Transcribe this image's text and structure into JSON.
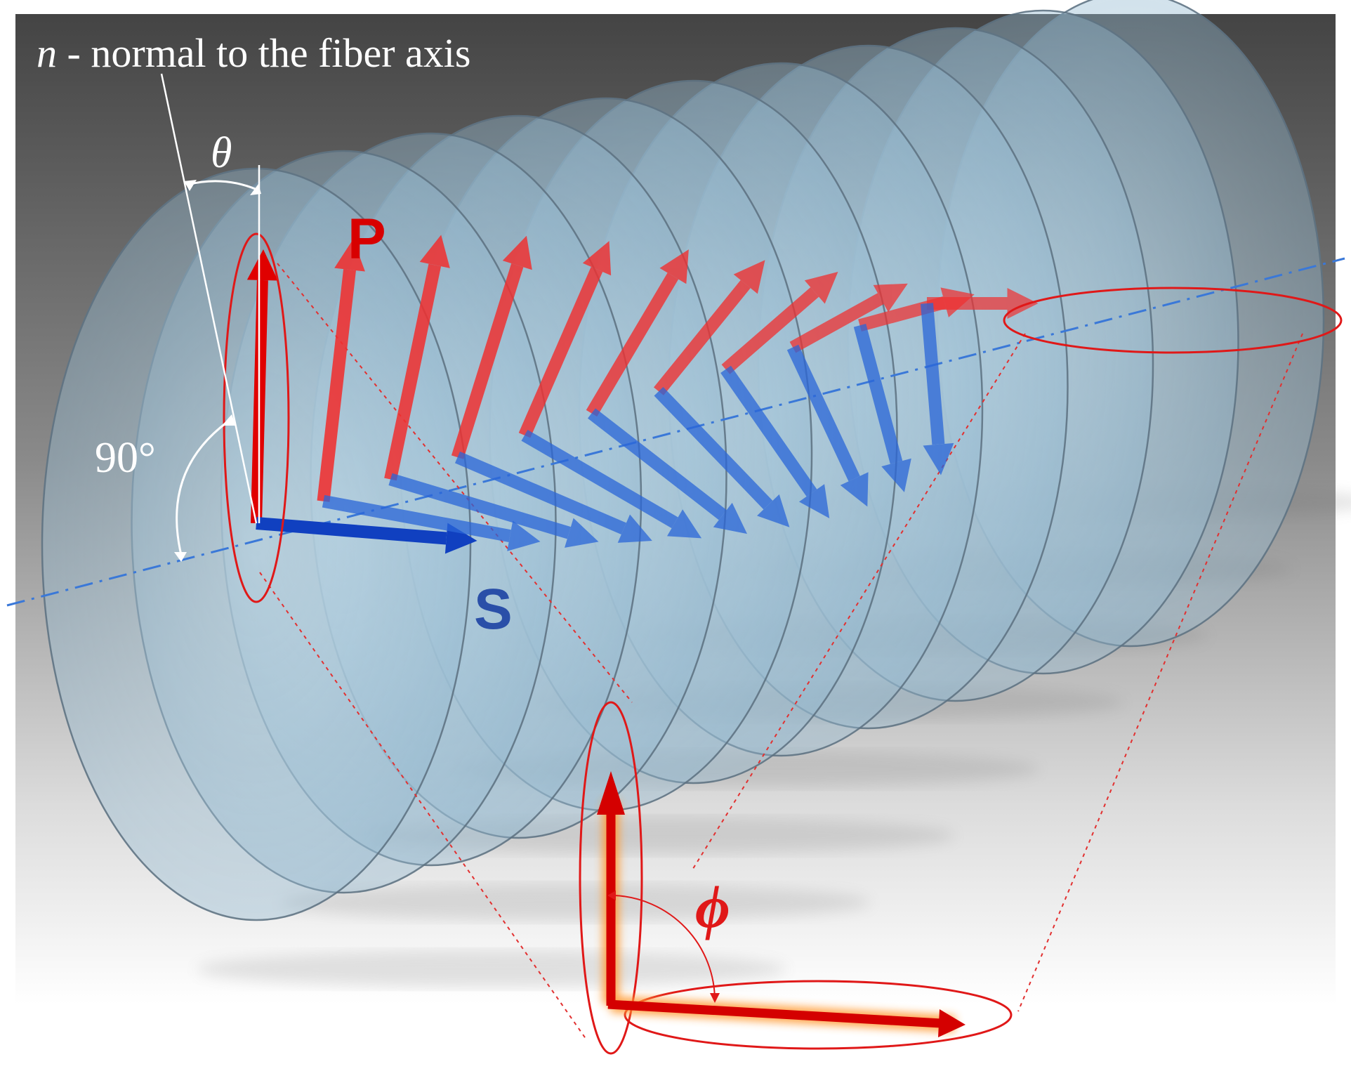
{
  "labels": {
    "normal_symbol": "n",
    "normal_text": " - normal to the fiber axis",
    "theta": "θ",
    "angle_90": "90°",
    "p_label": "P",
    "s_label": "S",
    "phi": "ϕ"
  },
  "colors": {
    "background_top": "#444444",
    "background_bottom": "#ffffff",
    "disc_fill": "#a9cbe0",
    "disc_stroke": "#5f7484",
    "p_arrow": "#e00000",
    "s_arrow": "#1450c8",
    "axis_line": "#3a78d8",
    "ellipse_marker": "#e01818",
    "annotation": "#ffffff"
  },
  "icons": [
    "p-polarization-arrow",
    "s-polarization-arrow",
    "angle-arc",
    "fiber-axis-line"
  ]
}
